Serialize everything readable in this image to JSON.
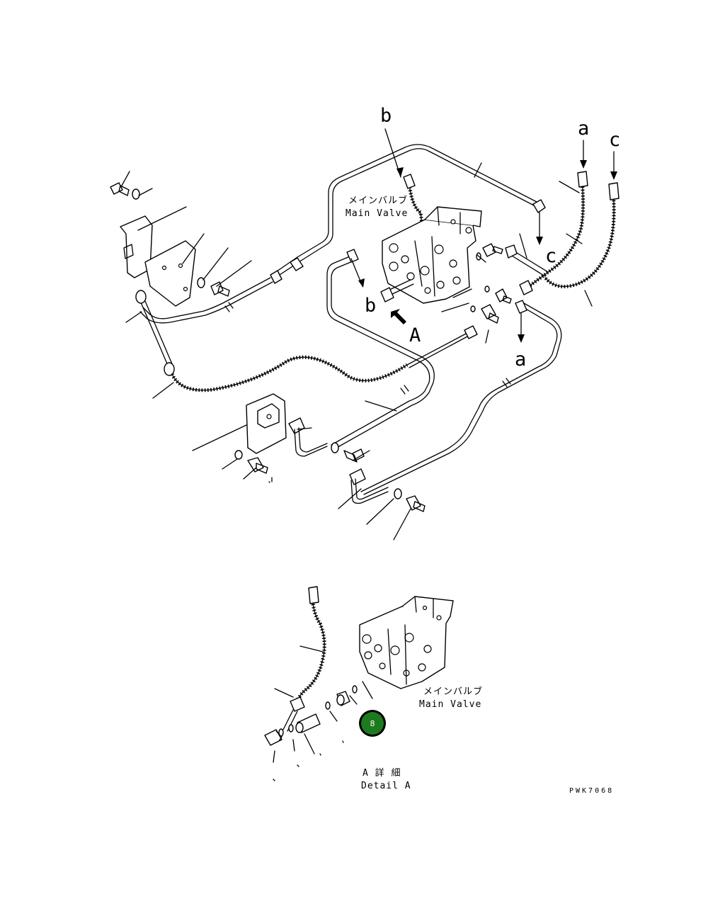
{
  "labels": {
    "b_top": "b",
    "b_lower": "b",
    "a_top": "a",
    "c_top": "c",
    "c_mid": "c",
    "a_mid": "a",
    "A_arrow": "A"
  },
  "main_valve_upper": {
    "jp": "メインバルブ",
    "en": "Main Valve"
  },
  "main_valve_detail": {
    "jp": "メインバルブ",
    "en": "Main Valve"
  },
  "detail_caption": {
    "jp": "A 詳 細",
    "en": "Detail A"
  },
  "drawing_code": "PWK7068",
  "callout": {
    "number": "8",
    "color": "#1e7a1e"
  }
}
